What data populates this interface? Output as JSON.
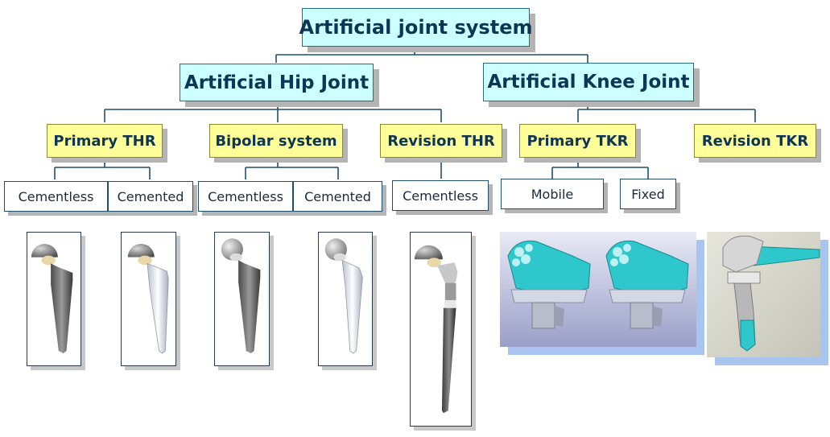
{
  "root": {
    "label": "Artificial joint system"
  },
  "hip": {
    "label": "Artificial Hip Joint"
  },
  "knee": {
    "label": "Artificial Knee Joint"
  },
  "categories": {
    "primary_thr": "Primary THR",
    "bipolar": "Bipolar system",
    "revision_thr": "Revision THR",
    "primary_tkr": "Primary TKR",
    "revision_tkr": "Revision TKR"
  },
  "types": {
    "primary_thr_cementless": "Cementless",
    "primary_thr_cemented": "Cemented",
    "bipolar_cementless": "Cementless",
    "bipolar_cemented": "Cemented",
    "revision_thr_cementless": "Cementless",
    "primary_tkr_mobile": "Mobile",
    "primary_tkr_fixed": "Fixed"
  },
  "colors": {
    "level_blue": "#ccffff",
    "level_yellow": "#ffff99",
    "text_navy": "#0d3555",
    "connector": "#1f4f6f",
    "knee_teal": "#2ec8cc",
    "shadow_blue": "#a9c4ee"
  }
}
